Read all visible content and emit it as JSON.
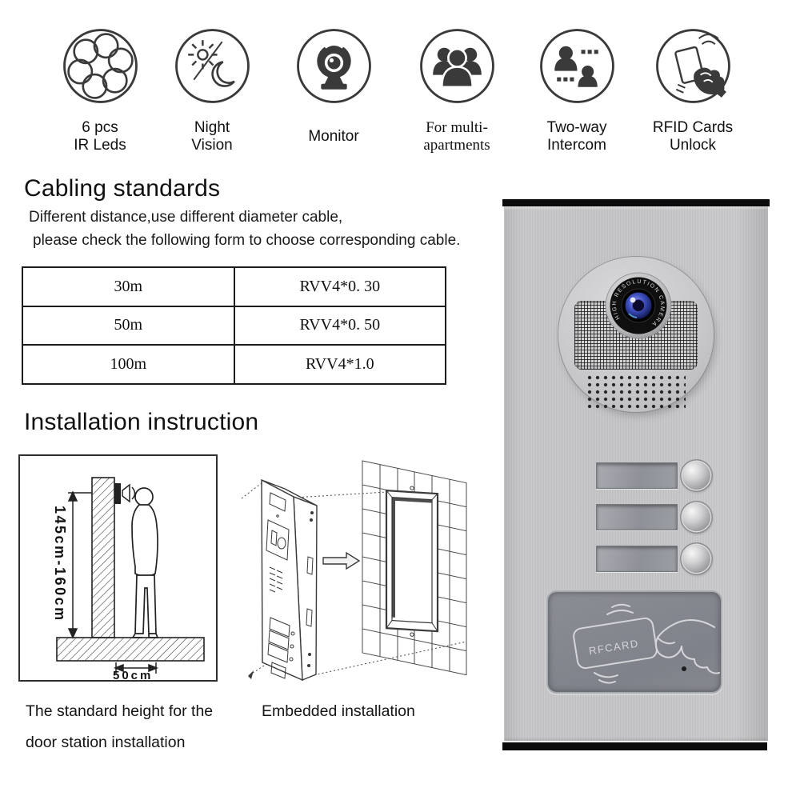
{
  "features": [
    {
      "icon": "ir-leds-icon",
      "line1": "6 pcs",
      "line2": "IR Leds"
    },
    {
      "icon": "night-vision-icon",
      "line1": "Night",
      "line2": "Vision"
    },
    {
      "icon": "monitor-icon",
      "line1": "Monitor",
      "line2": ""
    },
    {
      "icon": "multi-apartments-icon",
      "line1": "For multi-",
      "line2": "apartments"
    },
    {
      "icon": "two-way-intercom-icon",
      "line1": "Two-way",
      "line2": "Intercom"
    },
    {
      "icon": "rfid-unlock-icon",
      "line1": "RFID Cards",
      "line2": "Unlock"
    }
  ],
  "cabling": {
    "title": "Cabling standards",
    "description_line1": "Different distance,use different diameter cable,",
    "description_line2": "please check the following form to choose corresponding cable.",
    "table_rows": [
      {
        "distance": "30m",
        "cable": "RVV4*0. 30"
      },
      {
        "distance": "50m",
        "cable": "RVV4*0. 50"
      },
      {
        "distance": "100m",
        "cable": "RVV4*1.0"
      }
    ]
  },
  "installation": {
    "title": "Installation instruction",
    "height_label": "145cm-160cm",
    "width_label": "50cm",
    "caption_height_line1": "The standard height for the",
    "caption_height_line2": "door station installation",
    "caption_embedded": "Embedded installation"
  },
  "device": {
    "camera_ring_text": "HIGH RESOLUTION CAMERA",
    "rfid_text": "RFCARD",
    "call_button_count": 3
  },
  "colors": {
    "icon_ink": "#3a3a3a",
    "panel_metal": "#c5c5c7",
    "rfid_panel": "#84878d",
    "bar_black": "#0c0c0c",
    "lens_iris_blue": "#3c4fc0"
  }
}
